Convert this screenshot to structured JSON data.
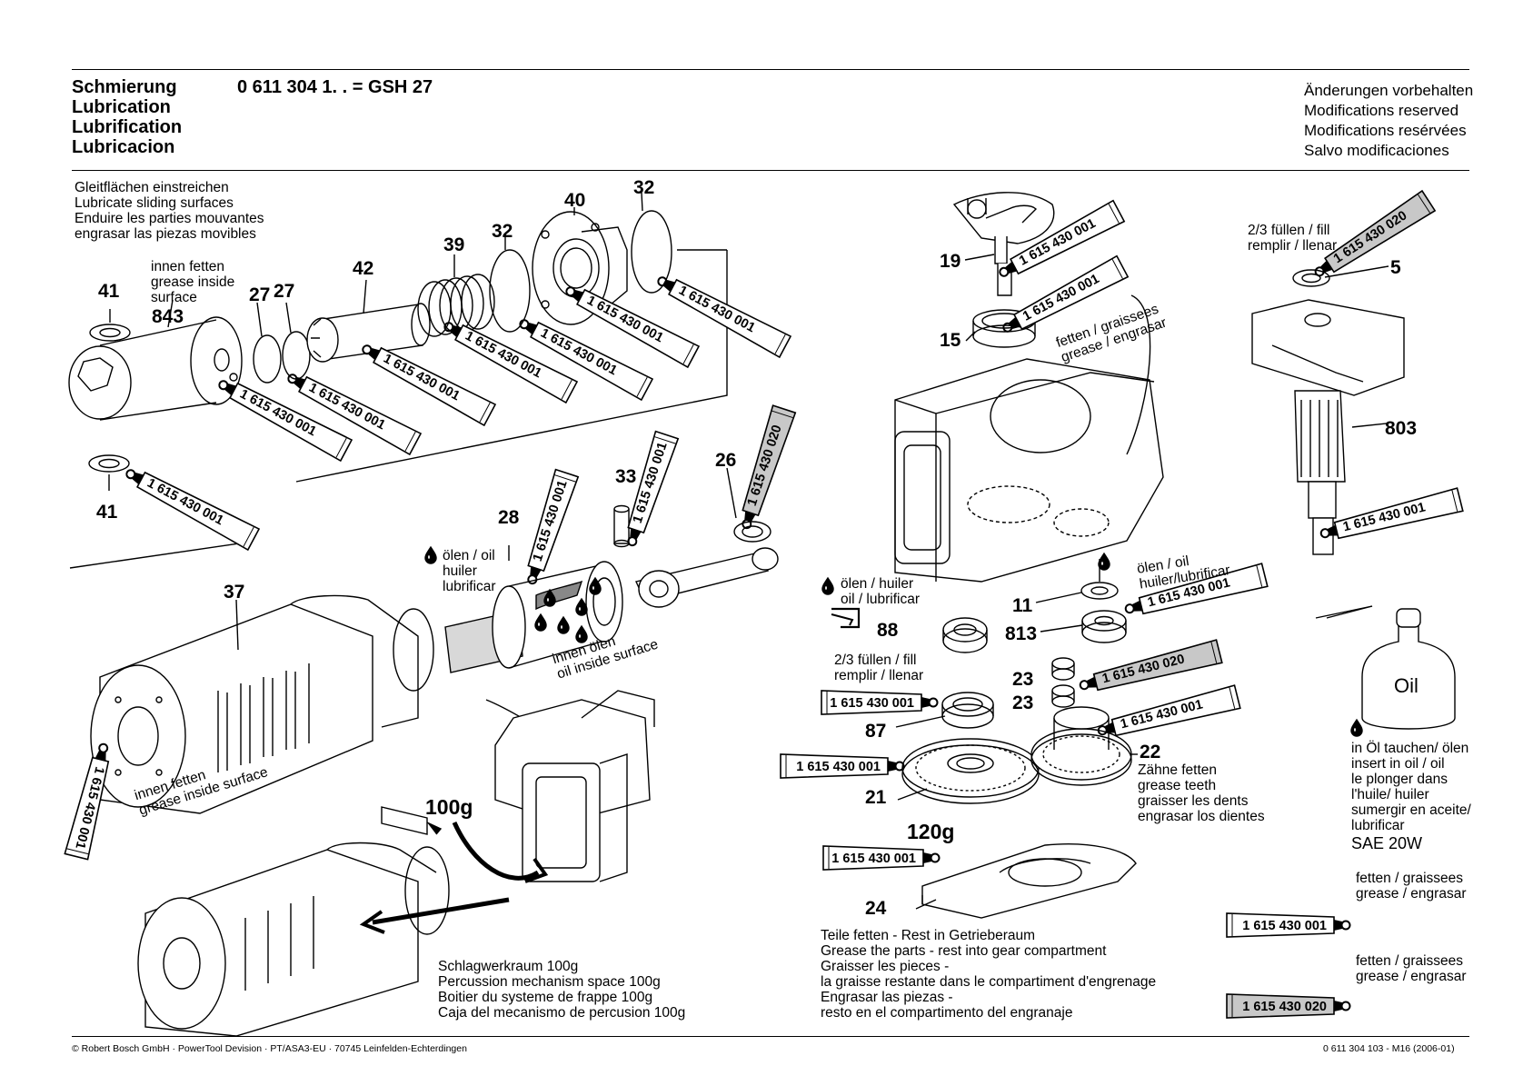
{
  "header": {
    "title_lines": [
      "Schmierung",
      "Lubrication",
      "Lubrification",
      "Lubricacion"
    ],
    "model": "0 611 304 1. .  = GSH 27",
    "notes": [
      "Änderungen vorbehalten",
      "Modifications reserved",
      "Modifications resérvées",
      "Salvo modificaciones"
    ]
  },
  "instructions": {
    "sliding": [
      "Gleitflächen einstreichen",
      "Lubricate sliding surfaces",
      "Enduire les parties mouvantes",
      "engrasar las piezas movibles"
    ],
    "inside843": [
      "innen fetten",
      "grease inside",
      "surface"
    ],
    "oil28": [
      "ölen / oil",
      "huiler",
      "lubrificar"
    ],
    "inside_oil": [
      "innen ölen",
      "oil inside surface"
    ],
    "inside37": [
      "innen fetten",
      "grease inside surface"
    ],
    "percussion": [
      "Schlagwerkraum 100g",
      "Percussion mechanism space 100g",
      "Boitier du systeme de frappe 100g",
      "Caja del mecanismo de percusion 100g"
    ],
    "oil88": [
      "ölen / huiler",
      "oil / lubrificar"
    ],
    "fill87": [
      "2/3 füllen / fill",
      "remplir / llenar"
    ],
    "fill5": [
      "2/3 füllen / fill",
      "remplir / llenar"
    ],
    "oil11": [
      "ölen / oil",
      "huiler/lubrificar"
    ],
    "fetten15": [
      "fetten / graissees",
      "grease / engrasar"
    ],
    "teeth": [
      "Zähne fetten",
      "grease teeth",
      "graisser les dents",
      "engrasar los dientes"
    ],
    "gear_parts": [
      "Teile fetten - Rest in Getrieberaum",
      "Grease the parts - rest into gear compartment",
      "Graisser les pieces -",
      "la graisse restante dans le compartiment d'engrenage",
      "Engrasar las piezas -",
      "resto en el compartimento del engranaje"
    ],
    "oil_dip": [
      "in Öl tauchen/ ölen",
      "insert in oil / oil",
      "le plonger dans",
      "l'huile/ huiler",
      "sumergir en aceite/",
      "lubrificar"
    ],
    "oil_grade": "SAE 20W",
    "oil_bottle": "Oil",
    "amount_100": "100g",
    "amount_120": "120g"
  },
  "legend": {
    "items": [
      {
        "label": [
          "fetten / graissees",
          "grease / engrasar"
        ],
        "code": "1 615 430 001",
        "color": "#ffffff"
      },
      {
        "label": [
          "fetten / graissees",
          "grease / engrasar"
        ],
        "code": "1 615 430 020",
        "color": "#c8c8c8"
      }
    ]
  },
  "parts": [
    "41",
    "843",
    "27",
    "27",
    "42",
    "39",
    "32",
    "40",
    "32",
    "41",
    "33",
    "28",
    "26",
    "37",
    "19",
    "15",
    "5",
    "803",
    "88",
    "11",
    "813",
    "23",
    "23",
    "87",
    "22",
    "21",
    "24"
  ],
  "tube_codes": {
    "c001": "1 615 430 001",
    "c020": "1 615 430 020"
  },
  "footer": {
    "left": "© Robert Bosch GmbH · PowerTool Devision · PT/ASA3-EU · 70745 Leinfelden-Echterdingen",
    "right": "0 611 304 103 - M16 (2006-01)"
  },
  "colors": {
    "grease_001": "#ffffff",
    "grease_020": "#c8c8c8",
    "line": "#000000"
  }
}
